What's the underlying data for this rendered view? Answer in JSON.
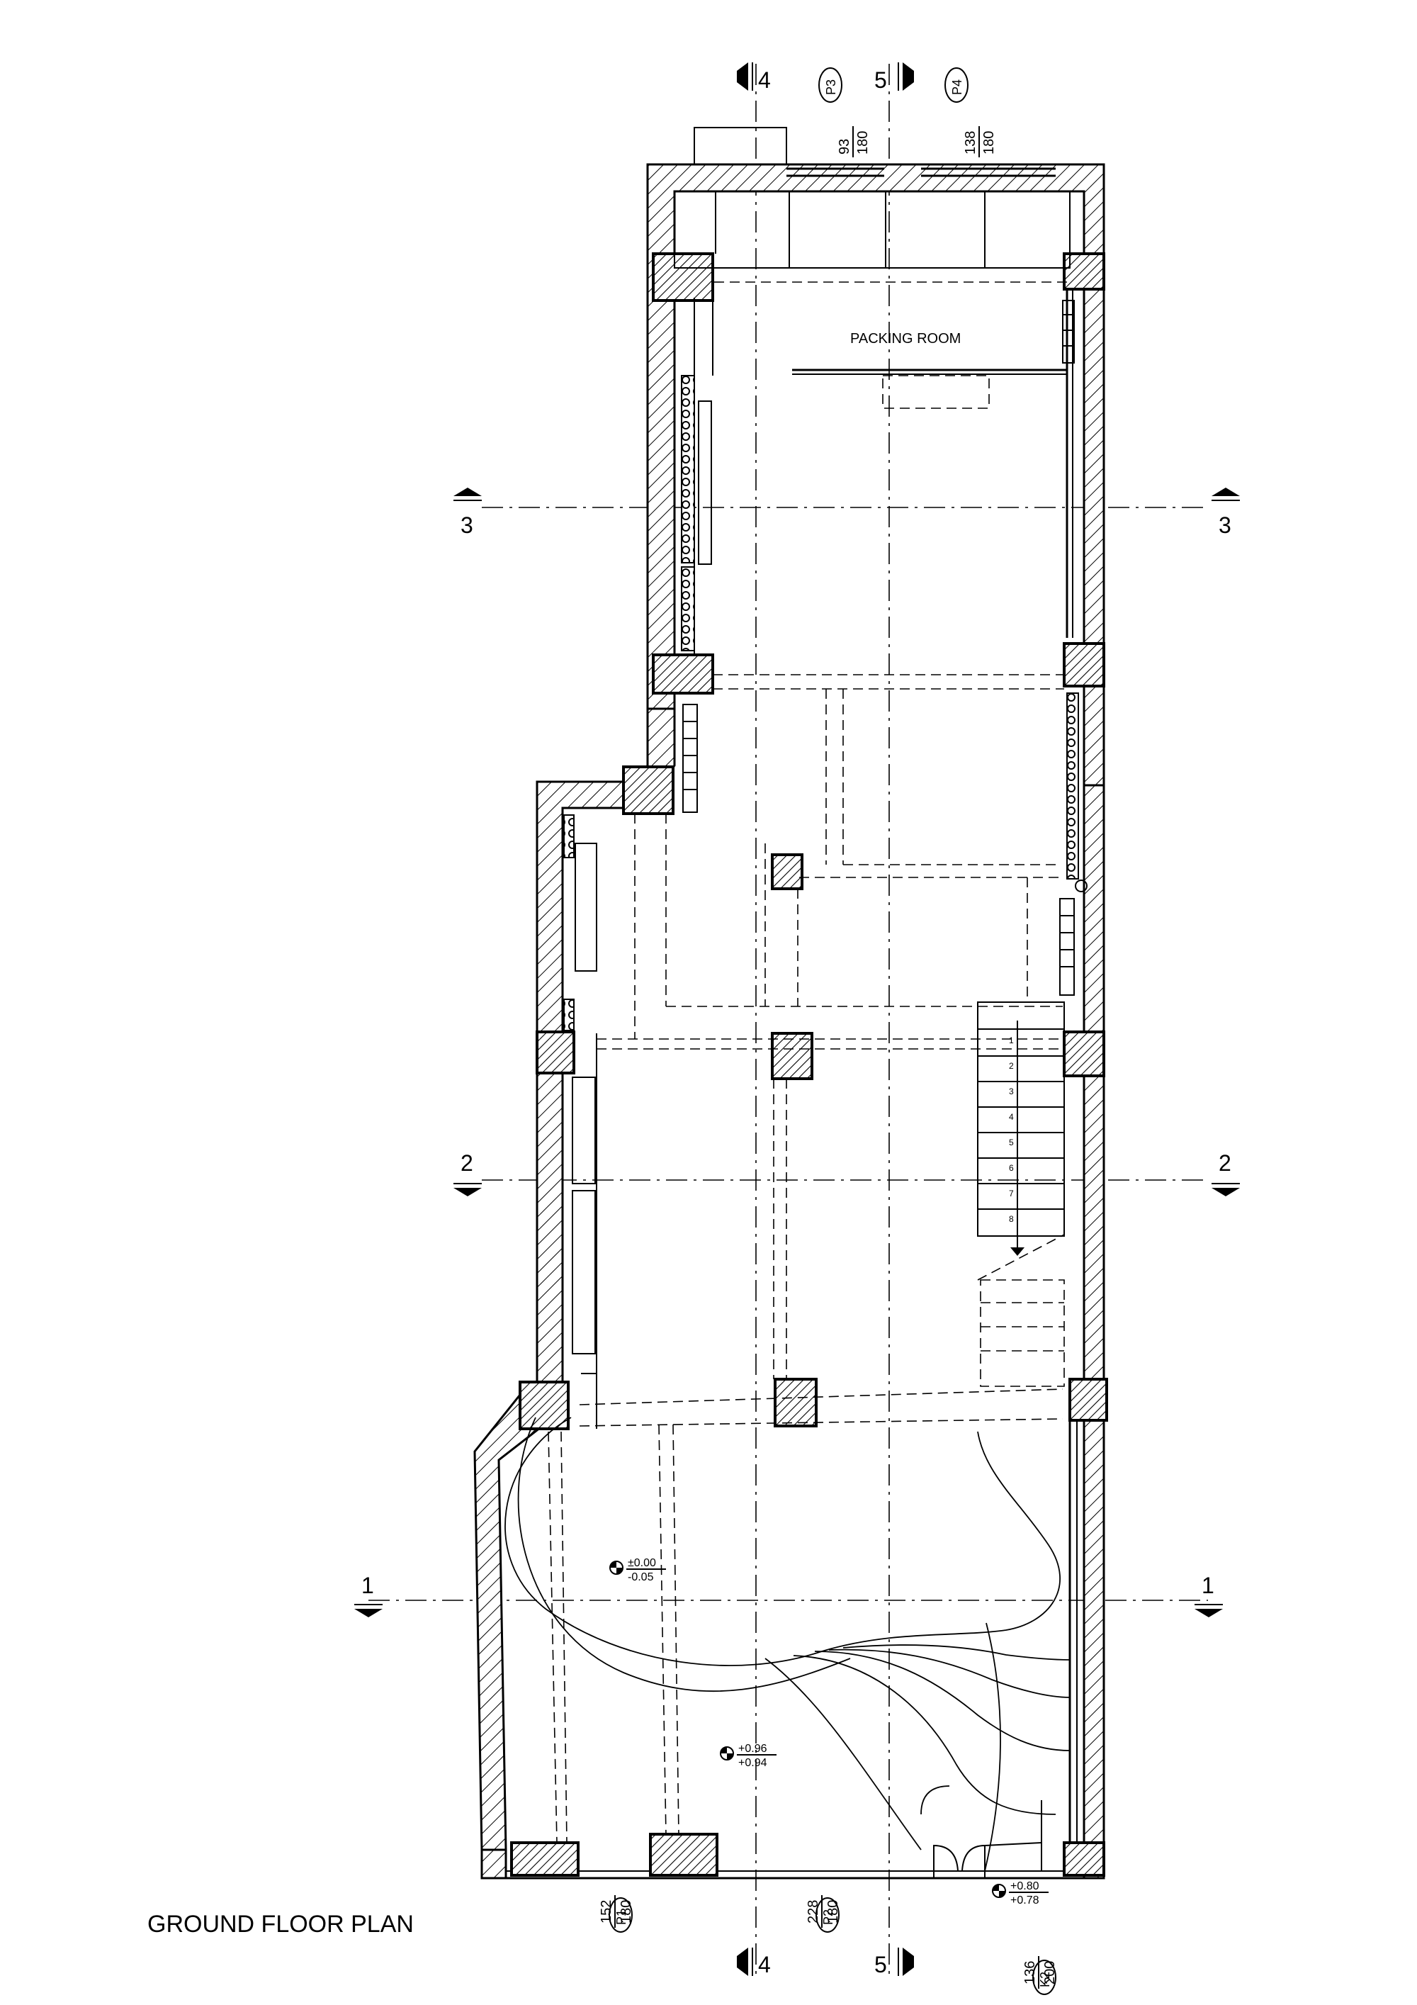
{
  "title": "GROUND FLOOR PLAN",
  "room_label": "PACKING ROOM",
  "section_markers": {
    "horizontal": [
      "1",
      "2",
      "3"
    ],
    "vertical": [
      "4",
      "5"
    ]
  },
  "windows": [
    {
      "tag": "P1",
      "width": "152",
      "height": "180"
    },
    {
      "tag": "P2",
      "width": "228",
      "height": "180"
    },
    {
      "tag": "P3",
      "width": "93",
      "height": "180"
    },
    {
      "tag": "P4",
      "width": "138",
      "height": "180"
    }
  ],
  "doors": [
    {
      "tag": "K2",
      "width": "136",
      "height": "200"
    }
  ],
  "levels": [
    {
      "top": "±0.00",
      "bottom": "-0.05"
    },
    {
      "top": "+0.96",
      "bottom": "+0.94"
    },
    {
      "top": "+0.80",
      "bottom": "+0.78"
    }
  ],
  "stair_steps": [
    "1",
    "2",
    "3",
    "4",
    "5",
    "6",
    "7",
    "8"
  ]
}
